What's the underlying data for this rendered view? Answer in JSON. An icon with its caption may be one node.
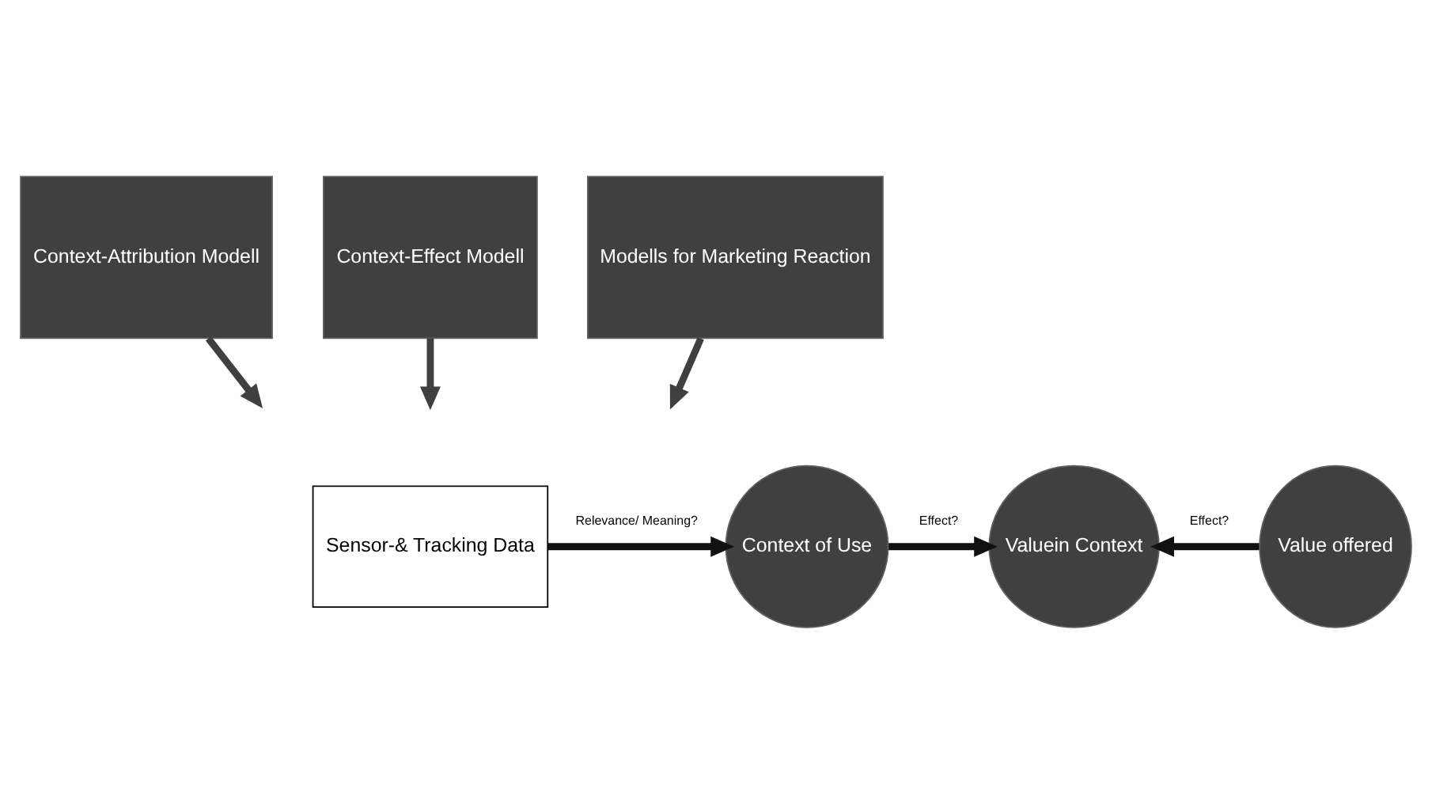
{
  "diagram": {
    "nodes": [
      {
        "text": [
          "Context-Attribution Modell"
        ]
      },
      {
        "text": [
          "Context-Effect Modell"
        ]
      },
      {
        "text": [
          "Modells for Marketing Reaction"
        ]
      },
      {
        "text": [
          "Sensor-& Tracking Data"
        ]
      },
      {
        "text": [
          "Context of Use"
        ]
      },
      {
        "text": [
          "Valuein Context"
        ]
      },
      {
        "text": [
          "Value offered"
        ]
      }
    ],
    "edges": [
      {
        "from": 0,
        "to": null,
        "arrow": "to",
        "color": "#404040"
      },
      {
        "from": 1,
        "to": null,
        "arrow": "to",
        "color": "#404040"
      },
      {
        "from": 2,
        "to": null,
        "arrow": "to",
        "color": "#404040"
      },
      {
        "from": 3,
        "to": 4,
        "arrow": "to",
        "label": "Relevance/ Meaning?"
      },
      {
        "from": 4,
        "to": 5,
        "arrow": "to",
        "label": "Effect?"
      },
      {
        "from": 6,
        "to": 5,
        "arrow": "to",
        "label": "Effect?"
      }
    ]
  }
}
